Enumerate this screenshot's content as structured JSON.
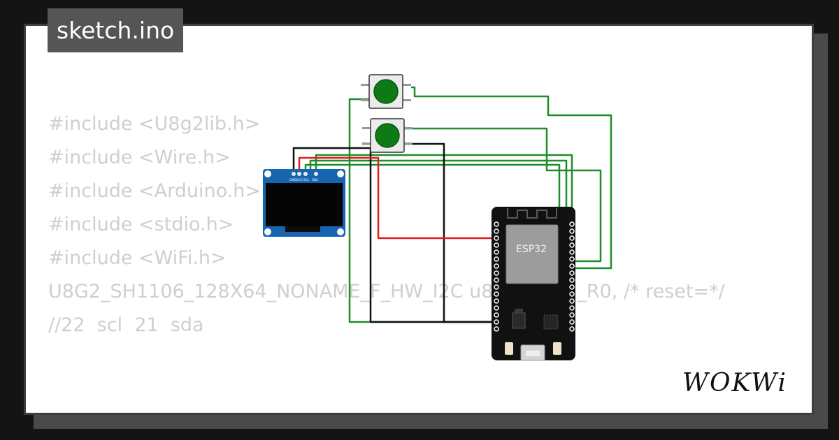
{
  "project": {
    "filename": "sketch.ino"
  },
  "code_lines": [
    "#include <U8g2lib.h>",
    "#include <Wire.h>",
    "#include <Arduino.h>",
    "#include <stdio.h>",
    "#include <WiFi.h>",
    "U8G2_SH1106_128X64_NONAME_F_HW_I2C u8g2(U8G2_R0, /* reset=*/",
    "//22  scl  21  sda"
  ],
  "components": {
    "oled_pins": [
      "GND",
      "VCC",
      "SCL",
      "SDA"
    ],
    "mcu_label": "ESP32"
  },
  "brand": {
    "logo_text": "WOKWi"
  },
  "colors": {
    "wire_green": "#1f8b2a",
    "wire_black": "#111111",
    "wire_red": "#e02020",
    "button_cap": "#0e7a16",
    "board": "#111111",
    "oled_pcb": "#1565b0"
  }
}
